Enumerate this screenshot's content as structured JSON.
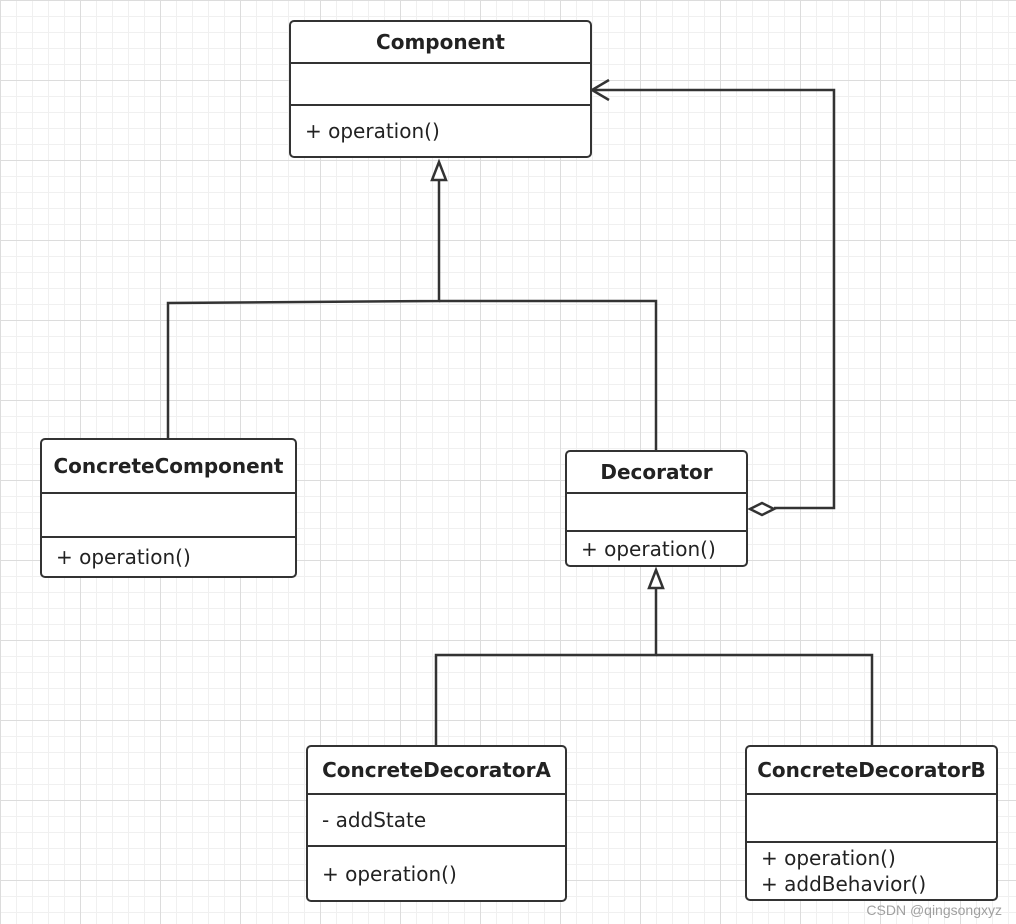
{
  "classes": {
    "component": {
      "name": "Component",
      "attributes": [],
      "operations": [
        "+ operation()"
      ]
    },
    "concrete_component": {
      "name": "ConcreteComponent",
      "attributes": [],
      "operations": [
        "+ operation()"
      ]
    },
    "decorator": {
      "name": "Decorator",
      "attributes": [],
      "operations": [
        "+ operation()"
      ]
    },
    "concrete_decorator_a": {
      "name": "ConcreteDecoratorA",
      "attributes": [
        "- addState"
      ],
      "operations": [
        "+ operation()"
      ]
    },
    "concrete_decorator_b": {
      "name": "ConcreteDecoratorB",
      "attributes": [],
      "operations": [
        "+ operation()",
        "+ addBehavior()"
      ]
    }
  },
  "relations": [
    {
      "type": "generalization",
      "from": "ConcreteComponent",
      "to": "Component"
    },
    {
      "type": "generalization",
      "from": "Decorator",
      "to": "Component"
    },
    {
      "type": "aggregation",
      "from": "Decorator",
      "to": "Component"
    },
    {
      "type": "generalization",
      "from": "ConcreteDecoratorA",
      "to": "Decorator"
    },
    {
      "type": "generalization",
      "from": "ConcreteDecoratorB",
      "to": "Decorator"
    }
  ],
  "watermark": "CSDN @qingsongxyz"
}
